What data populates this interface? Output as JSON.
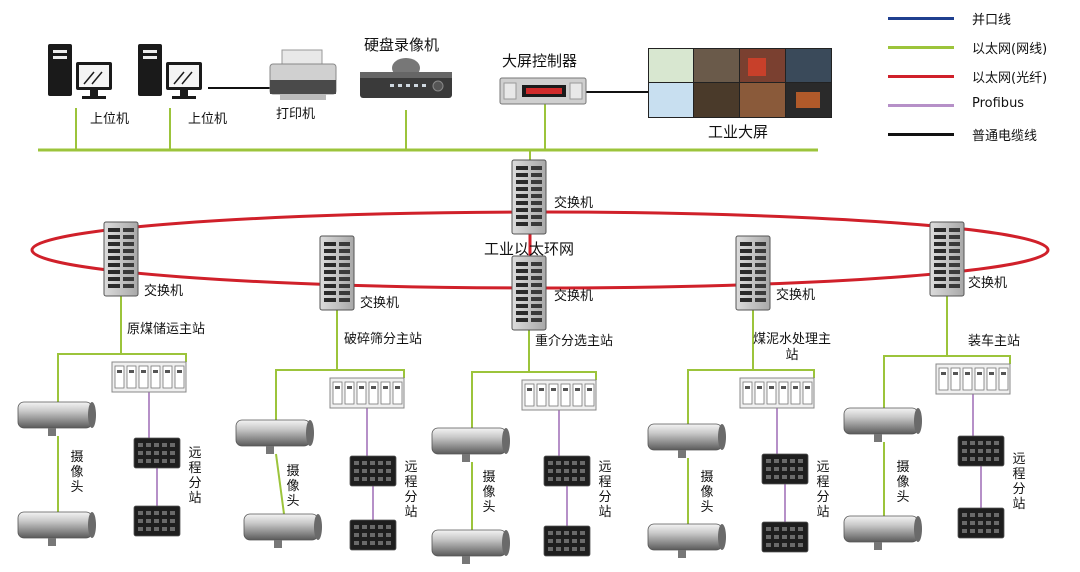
{
  "legend": [
    {
      "label": "并口线",
      "color": "#1f3f8f"
    },
    {
      "label": "以太网(网线)",
      "color": "#9cc43b"
    },
    {
      "label": "以太网(光纤)",
      "color": "#d0202a"
    },
    {
      "label": "Profibus",
      "color": "#b690c8"
    },
    {
      "label": "普通电缆线",
      "color": "#111111"
    }
  ],
  "top": {
    "host_pc_1": "上位机",
    "host_pc_2": "上位机",
    "printer": "打印机",
    "dvr": "硬盘录像机",
    "screen_controller": "大屏控制器",
    "industrial_screen": "工业大屏"
  },
  "core_switch_label": "交换机",
  "ring_label": "工业以太环网",
  "stations": [
    {
      "switch": "交换机",
      "main": "原煤储运主站",
      "camera": "摄像头",
      "remote": "远程分站"
    },
    {
      "switch": "交换机",
      "main": "破碎筛分主站",
      "camera": "摄像头",
      "remote": "远程分站"
    },
    {
      "switch": "交换机",
      "main": "重介分选主站",
      "camera": "摄像头",
      "remote": "远程分站"
    },
    {
      "switch": "交换机",
      "main": "煤泥水处理主站",
      "camera": "摄像头",
      "remote": "远程分站"
    },
    {
      "switch": "交换机",
      "main": "装车主站",
      "camera": "摄像头",
      "remote": "远程分站"
    }
  ]
}
